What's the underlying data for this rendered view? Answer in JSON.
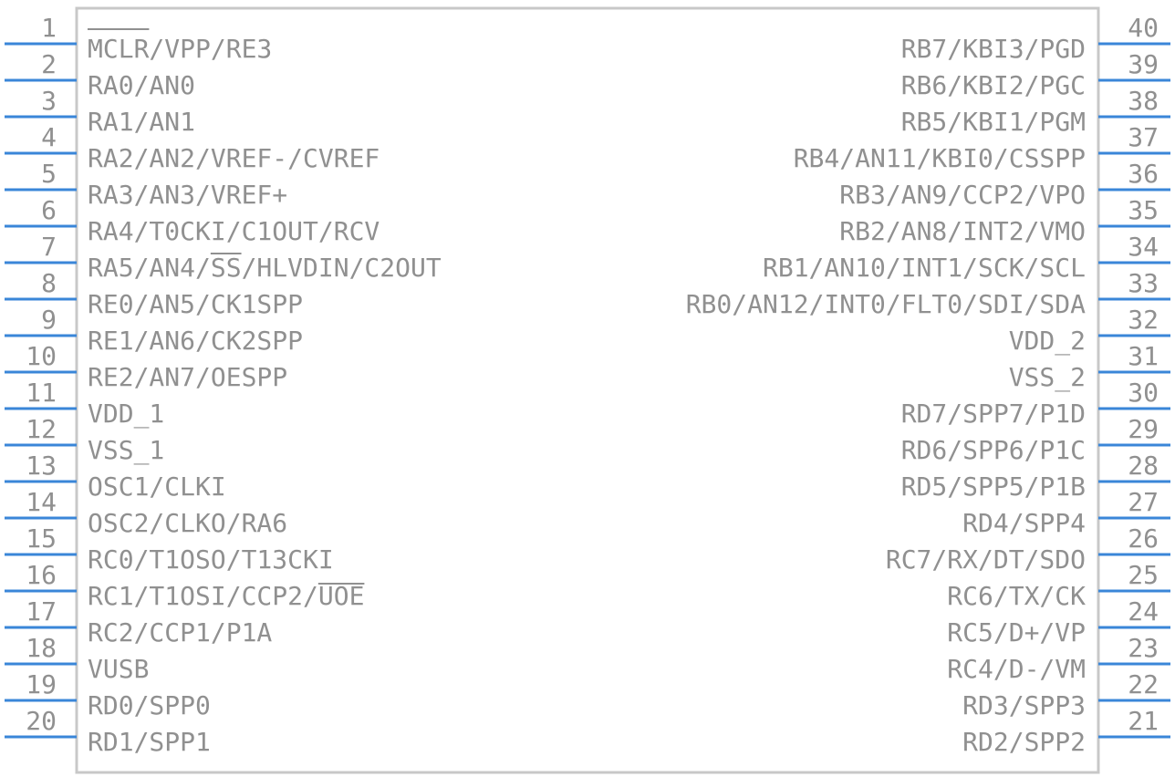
{
  "component": {
    "colors": {
      "body_outline": "#c8c8c8",
      "pin_line": "#3a86d8",
      "text": "#909090"
    },
    "left_pins": [
      {
        "number": "1",
        "name": "MCLR/VPP/RE3"
      },
      {
        "number": "2",
        "name": "RA0/AN0"
      },
      {
        "number": "3",
        "name": "RA1/AN1"
      },
      {
        "number": "4",
        "name": "RA2/AN2/VREF-/CVREF"
      },
      {
        "number": "5",
        "name": "RA3/AN3/VREF+"
      },
      {
        "number": "6",
        "name": "RA4/T0CKI/C1OUT/RCV"
      },
      {
        "number": "7",
        "name": "RA5/AN4/SS/HLVDIN/C2OUT"
      },
      {
        "number": "8",
        "name": "RE0/AN5/CK1SPP"
      },
      {
        "number": "9",
        "name": "RE1/AN6/CK2SPP"
      },
      {
        "number": "10",
        "name": "RE2/AN7/OESPP"
      },
      {
        "number": "11",
        "name": "VDD_1"
      },
      {
        "number": "12",
        "name": "VSS_1"
      },
      {
        "number": "13",
        "name": "OSC1/CLKI"
      },
      {
        "number": "14",
        "name": "OSC2/CLKO/RA6"
      },
      {
        "number": "15",
        "name": "RC0/T1OSO/T13CKI"
      },
      {
        "number": "16",
        "name": "RC1/T1OSI/CCP2/UOE"
      },
      {
        "number": "17",
        "name": "RC2/CCP1/P1A"
      },
      {
        "number": "18",
        "name": "VUSB"
      },
      {
        "number": "19",
        "name": "RD0/SPP0"
      },
      {
        "number": "20",
        "name": "RD1/SPP1"
      }
    ],
    "right_pins": [
      {
        "number": "40",
        "name": "RB7/KBI3/PGD"
      },
      {
        "number": "39",
        "name": "RB6/KBI2/PGC"
      },
      {
        "number": "38",
        "name": "RB5/KBI1/PGM"
      },
      {
        "number": "37",
        "name": "RB4/AN11/KBI0/CSSPP"
      },
      {
        "number": "36",
        "name": "RB3/AN9/CCP2/VPO"
      },
      {
        "number": "35",
        "name": "RB2/AN8/INT2/VMO"
      },
      {
        "number": "34",
        "name": "RB1/AN10/INT1/SCK/SCL"
      },
      {
        "number": "33",
        "name": "RB0/AN12/INT0/FLT0/SDI/SDA"
      },
      {
        "number": "32",
        "name": "VDD_2"
      },
      {
        "number": "31",
        "name": "VSS_2"
      },
      {
        "number": "30",
        "name": "RD7/SPP7/P1D"
      },
      {
        "number": "29",
        "name": "RD6/SPP6/P1C"
      },
      {
        "number": "28",
        "name": "RD5/SPP5/P1B"
      },
      {
        "number": "27",
        "name": "RD4/SPP4"
      },
      {
        "number": "26",
        "name": "RC7/RX/DT/SDO"
      },
      {
        "number": "25",
        "name": "RC6/TX/CK"
      },
      {
        "number": "24",
        "name": "RC5/D+/VP"
      },
      {
        "number": "23",
        "name": "RC4/D-/VM"
      },
      {
        "number": "22",
        "name": "RD3/SPP3"
      },
      {
        "number": "21",
        "name": "RD2/SPP2"
      }
    ]
  }
}
